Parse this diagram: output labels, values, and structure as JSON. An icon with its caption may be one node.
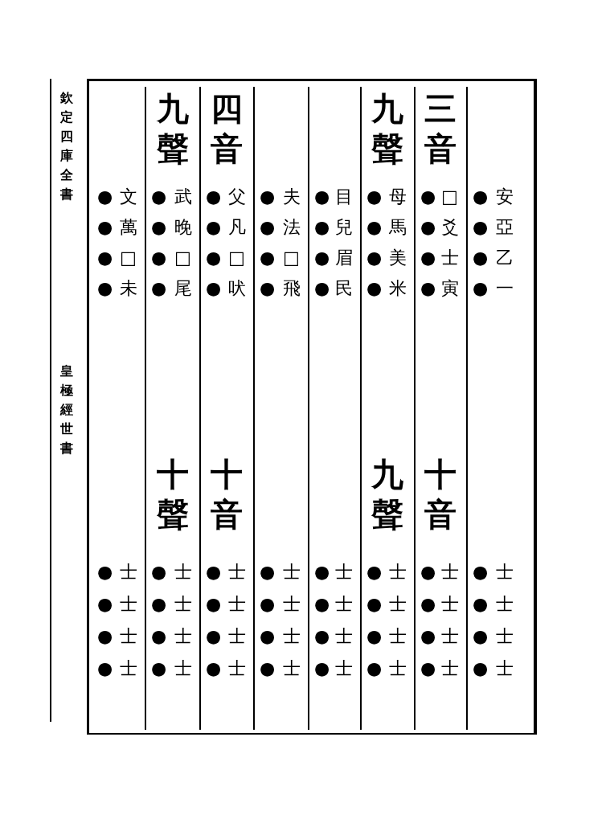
{
  "diagram": {
    "labels": [
      "安亞乙一",
      "●●●●",
      "士士士士",
      "●●●●",
      "三音",
      "□爻士寅",
      "●●●●",
      "十音",
      "士士士士",
      "●●●●",
      "九聲",
      "母馬美米",
      "●●●●",
      "九聲",
      "士士士士",
      "●●●●",
      "目兒眉民",
      "●●●●",
      "士士士士",
      "●●●●",
      "夫法□飛",
      "●●●●",
      "士士士士",
      "●●●●",
      "四音",
      "父凡□吠",
      "●●●●",
      "十音",
      "士士士士",
      "●●●●",
      "九聲",
      "武晚□尾",
      "●●●●",
      "十聲",
      "士士士士",
      "●●●●",
      "文萬□未",
      "●●●●",
      "士士士士",
      "●●●●",
      "欽定四庫全書",
      "皇極經世書"
    ]
  }
}
